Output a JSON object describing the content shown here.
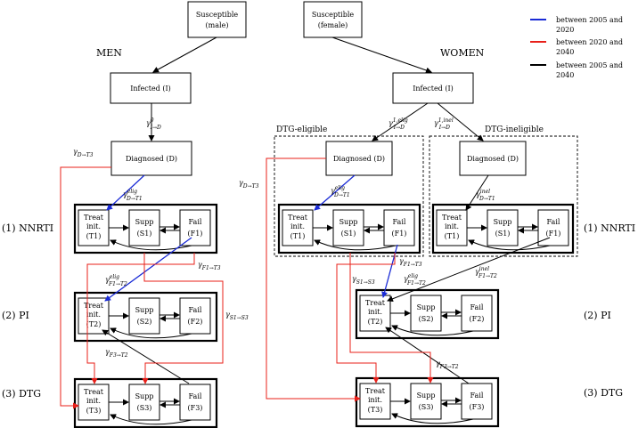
{
  "nodes": {
    "sus_male": [
      "Susceptible",
      "(male)"
    ],
    "sus_female": [
      "Susceptible",
      "(female)"
    ],
    "inf_m": "Infected (I)",
    "inf_f": "Infected (I)",
    "diag": "Diagnosed (D)",
    "treat": [
      "Treat",
      "init."
    ],
    "supp": "Supp",
    "fail": "Fail",
    "t1": "(T1)",
    "s1": "(S1)",
    "f1": "(F1)",
    "t2": "(T2)",
    "s2": "(S2)",
    "f2": "(F2)",
    "t3": "(T3)",
    "s3": "(S3)",
    "f3": "(F3)"
  },
  "headings": {
    "men": "MEN",
    "women": "WOMEN"
  },
  "groups": {
    "eligible": "DTG-eligible",
    "ineligible": "DTG-ineligible"
  },
  "rows": {
    "r1": "(1) NNRTI",
    "r2": "(2) PI",
    "r3": "(3) DTG"
  },
  "legend": [
    {
      "label": "between 2005 and 2020",
      "line1": "between 2005 and",
      "line2": "2020",
      "color": "#1a2bd6"
    },
    {
      "label": "between 2020 and 2040",
      "line1": "between 2020 and",
      "line2": "2040",
      "color": "#e8201a"
    },
    {
      "label": "between 2005 and 2040",
      "line1": "between 2005 and",
      "line2": "2040",
      "color": "#000000"
    }
  ],
  "rates": {
    "i_d_m": "γ⁰ I→D",
    "i_d_elig": "γ¹,elig I→D",
    "i_d_inel": "γ¹,inel I→D",
    "d_t3_m": "γ D→T3",
    "d_t3_f": "γ D→T3",
    "d_t1_m": "γ elig D→T1",
    "d_t1_elig": "γ elig D→T1",
    "d_t1_inel": "γ inel D→T1",
    "f1_t3_m": "γ F1→T3",
    "f1_t2_m": "γ elig F1→T2",
    "s1_s3_m": "γ S1→S3",
    "f3_t2_m": "γ F3→T2",
    "f1_t3_f": "γ F1→T3",
    "s1_s3_f": "γ S1→S3",
    "f1_t2_elig": "γ elig F1→T2",
    "f1_t2_inel": "γ inel F1→T2",
    "f3_t2_f": "γ F3→T2"
  }
}
